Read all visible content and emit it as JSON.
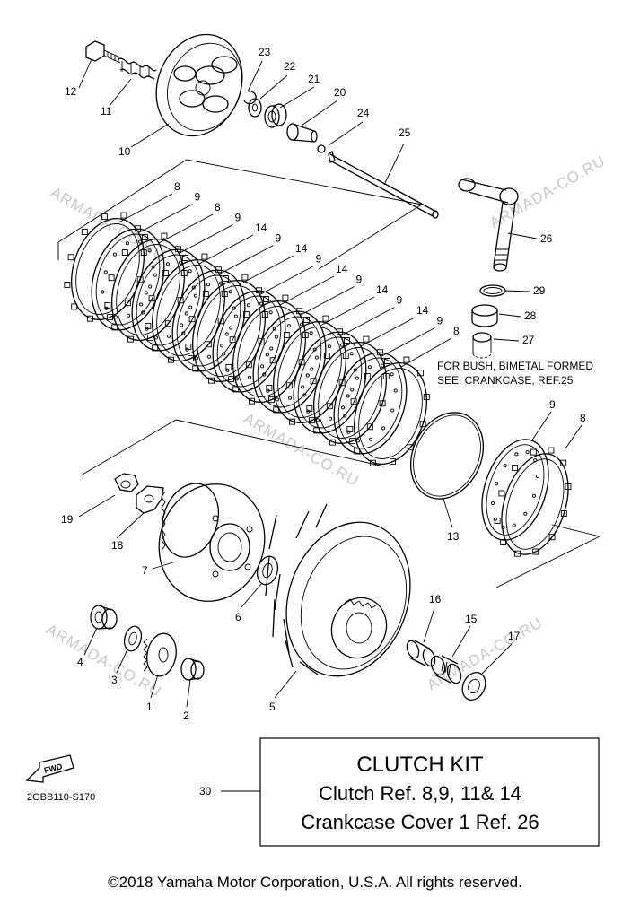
{
  "watermark": "ARMADA-CO.RU",
  "diagram_code": "2GBB110-S170",
  "fwd_label": "FWD",
  "note": {
    "line1": "FOR BUSH, BIMETAL FORMED",
    "line2": "SEE: CRANKCASE, REF.25"
  },
  "kit": {
    "ref": "30",
    "title": "CLUTCH KIT",
    "line1": "Clutch Ref. 8,9, 11& 14",
    "line2": "Crankcase Cover 1 Ref. 26"
  },
  "copyright": "©2018 Yamaha Motor Corporation, U.S.A. All rights reserved.",
  "callouts": [
    {
      "n": "1"
    },
    {
      "n": "2"
    },
    {
      "n": "3"
    },
    {
      "n": "4"
    },
    {
      "n": "5"
    },
    {
      "n": "6"
    },
    {
      "n": "7"
    },
    {
      "n": "8"
    },
    {
      "n": "9"
    },
    {
      "n": "10"
    },
    {
      "n": "11"
    },
    {
      "n": "12"
    },
    {
      "n": "13"
    },
    {
      "n": "14"
    },
    {
      "n": "15"
    },
    {
      "n": "16"
    },
    {
      "n": "17"
    },
    {
      "n": "18"
    },
    {
      "n": "19"
    },
    {
      "n": "20"
    },
    {
      "n": "21"
    },
    {
      "n": "22"
    },
    {
      "n": "23"
    },
    {
      "n": "24"
    },
    {
      "n": "25"
    },
    {
      "n": "26"
    },
    {
      "n": "27"
    },
    {
      "n": "28"
    },
    {
      "n": "29"
    }
  ],
  "stack_labels": [
    "8",
    "9",
    "8",
    "9",
    "14",
    "9",
    "14",
    "9",
    "14",
    "9",
    "14",
    "9",
    "14",
    "9",
    "8"
  ]
}
